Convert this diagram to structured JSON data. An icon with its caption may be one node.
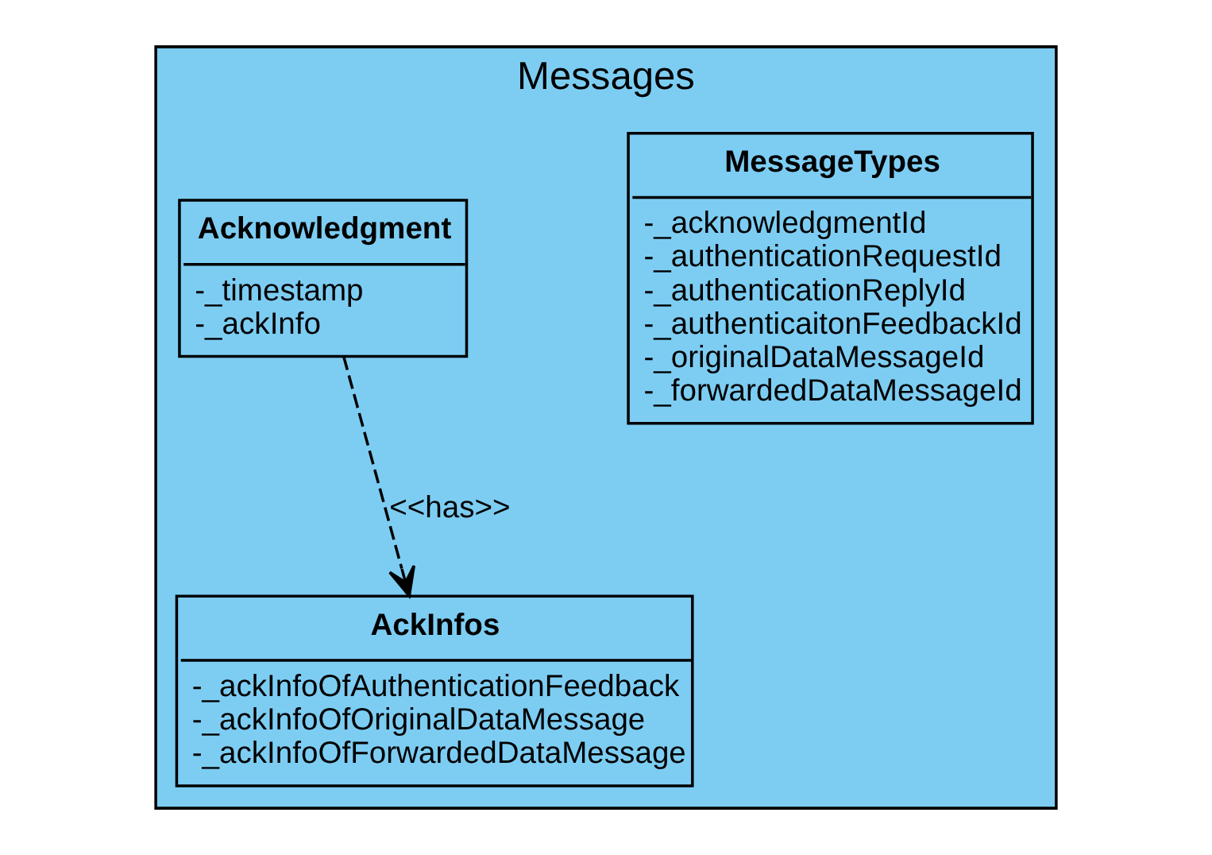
{
  "diagram": {
    "nodes": [
      {
        "text": [
          "Messages"
        ]
      },
      {
        "text": [
          "MessageTypes",
          "-_acknowledgmentId",
          "-_authenticationRequestId",
          "-_authenticationReplyId",
          "-_authenticaitonFeedbackId",
          "-_originalDataMessageId",
          "-_forwardedDataMessageId"
        ],
        "in": 0
      },
      {
        "text": [
          "Acknowledgment",
          "-_timestamp",
          "-_ackInfo"
        ],
        "in": 0
      },
      {
        "text": [
          "AckInfos",
          "-_ackInfoOfAuthenticationFeedback",
          "-_ackInfoOfOriginalDataMessage",
          "-_ackInfoOfForwardedDataMessage"
        ],
        "in": 0
      }
    ],
    "edges": [
      {
        "from": 2,
        "to": 3,
        "arrow": "to",
        "label": "<<has>>",
        "style": "dashed"
      }
    ]
  }
}
